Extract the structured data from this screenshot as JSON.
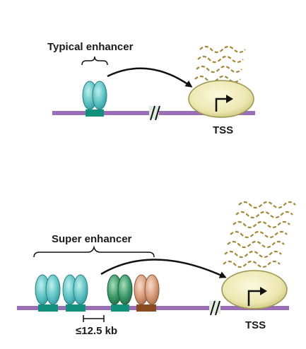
{
  "top_panel": {
    "enhancer_label": "Typical enhancer",
    "tss_label": "TSS"
  },
  "bottom_panel": {
    "enhancer_label": "Super enhancer",
    "spacing_label": "≤12.5 kb",
    "tss_label": "TSS"
  },
  "colors": {
    "dna_strand": "#9b6fb5",
    "transcription_factor": "#5fc3c4",
    "tf_green": "#3b9a6a",
    "tf_orange": "#d79a78",
    "teal_site": "#11907c",
    "brown_site": "#8a4a20",
    "polymerase": "#ece7b0",
    "rna_transcript": "#a4883a"
  }
}
